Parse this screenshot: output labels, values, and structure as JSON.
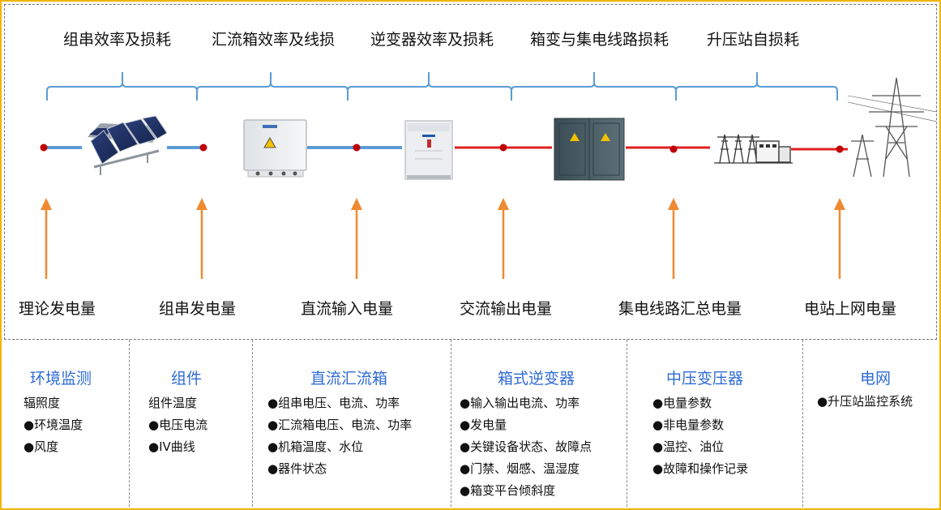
{
  "loss_labels": [
    "组串效率及损耗",
    "汇流箱效率及线损",
    "逆变器效率及损耗",
    "箱变与集电线路损耗",
    "升压站自损耗"
  ],
  "energy_labels": [
    "理论发电量",
    "组串发电量",
    "直流输入电量",
    "交流输出电量",
    "集电线路汇总电量",
    "电站上网电量"
  ],
  "colors": {
    "dc_line": "#5b9bd5",
    "ac_line": "#e02020",
    "node": "#c00000",
    "arrow": "#f08a30",
    "brace": "#5b9bd5",
    "title": "#2e6bd6",
    "border": "#f0b400"
  },
  "columns": [
    {
      "title": "环境监测",
      "items": [
        "辐照度",
        "●环境温度",
        "●风度"
      ]
    },
    {
      "title": "组件",
      "items": [
        "组件温度",
        "●电压电流",
        "●IV曲线"
      ]
    },
    {
      "title": "直流汇流箱",
      "items": [
        "●组串电压、电流、功率",
        "●汇流箱电压、电流、功率",
        "●机箱温度、水位",
        "●器件状态"
      ]
    },
    {
      "title": "箱式逆变器",
      "items": [
        "●输入输出电流、功率",
        "●发电量",
        "●关键设备状态、故障点",
        "●门禁、烟感、温湿度",
        "●箱变平台倾斜度"
      ]
    },
    {
      "title": "中压变压器",
      "items": [
        "●电量参数",
        "●非电量参数",
        "●温控、油位",
        "●故障和操作记录"
      ]
    },
    {
      "title": "电网",
      "items": [
        "●升压站监控系统"
      ]
    }
  ]
}
